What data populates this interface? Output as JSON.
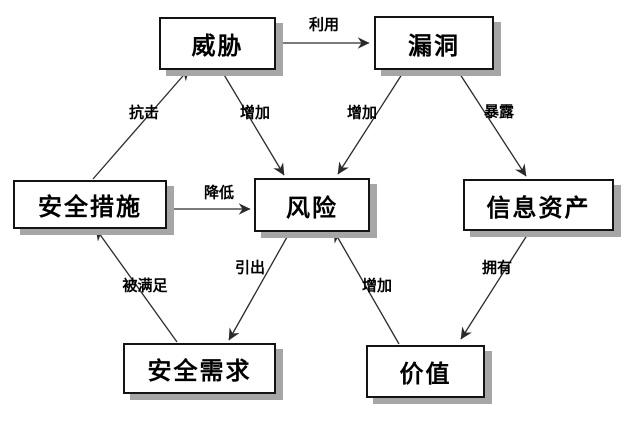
{
  "diagram": {
    "title": "risk-relationship-diagram",
    "colors": {
      "background": "#ffffff",
      "node_fill": "#ffffff",
      "node_border": "#141414",
      "node_shadow": "#a6a6a6",
      "line": "#2a2a2a",
      "text": "#000000"
    },
    "nodes": {
      "threat": {
        "label": "威胁"
      },
      "vulnerability": {
        "label": "漏洞"
      },
      "measures": {
        "label": "安全措施"
      },
      "risk": {
        "label": "风险"
      },
      "assets": {
        "label": "信息资产"
      },
      "requirements": {
        "label": "安全需求"
      },
      "value": {
        "label": "价值"
      }
    },
    "edges": {
      "exploit": {
        "label": "利用",
        "from": "threat",
        "to": "vulnerability"
      },
      "resist": {
        "label": "抗击",
        "from": "measures",
        "to": "threat"
      },
      "inc_threat": {
        "label": "增加",
        "from": "threat",
        "to": "risk"
      },
      "inc_vuln": {
        "label": "增加",
        "from": "vulnerability",
        "to": "risk"
      },
      "expose": {
        "label": "暴露",
        "from": "vulnerability",
        "to": "assets"
      },
      "reduce": {
        "label": "降低",
        "from": "measures",
        "to": "risk"
      },
      "satisfied": {
        "label": "被满足",
        "from": "requirements",
        "to": "measures"
      },
      "leadto": {
        "label": "引出",
        "from": "risk",
        "to": "requirements"
      },
      "inc_value": {
        "label": "增加",
        "from": "value",
        "to": "risk"
      },
      "own": {
        "label": "拥有",
        "from": "assets",
        "to": "value"
      }
    }
  }
}
